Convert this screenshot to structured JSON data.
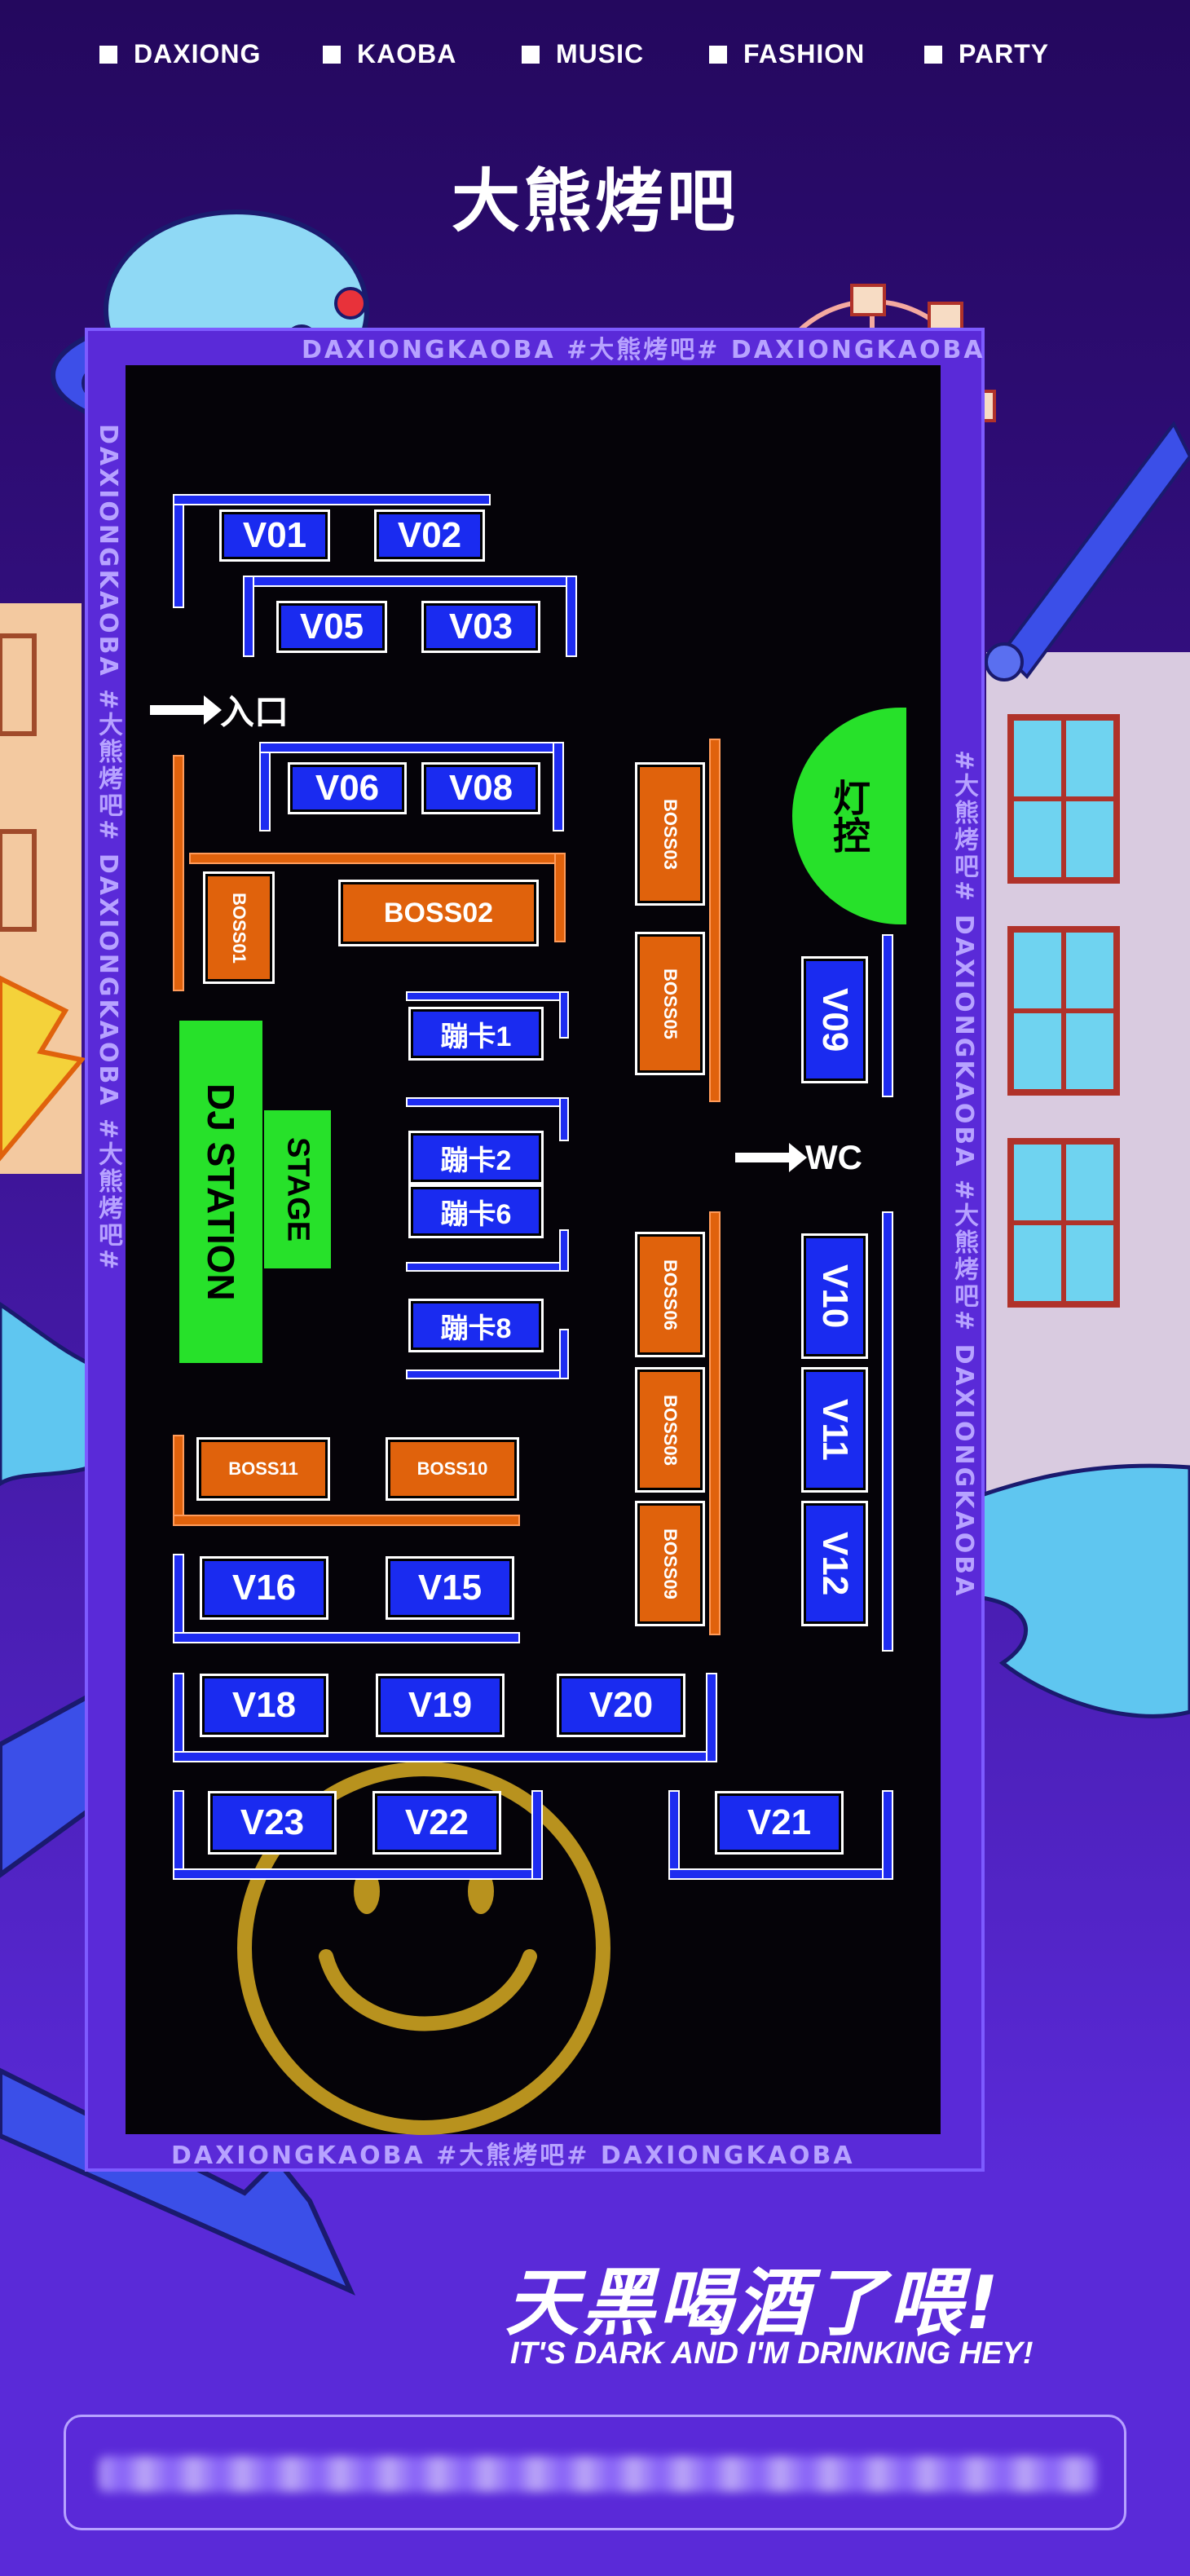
{
  "nav": {
    "items": [
      "DAXIONG",
      "KAOBA",
      "MUSIC",
      "FASHION",
      "PARTY"
    ]
  },
  "title": "大熊烤吧",
  "frame": {
    "text_top": "#大熊烤吧#",
    "text_en": "DAXIONGKAOBA"
  },
  "map": {
    "entrance_label": "入口",
    "wc_label": "WC",
    "lighting_label": "灯控",
    "dj_label": "DJ STATION",
    "stage_label": "STAGE",
    "v_booths": [
      "V01",
      "V02",
      "V05",
      "V03",
      "V06",
      "V08",
      "V09",
      "V10",
      "V11",
      "V12",
      "V16",
      "V15",
      "V18",
      "V19",
      "V20",
      "V23",
      "V22",
      "V21"
    ],
    "boss_booths": [
      "BOSS01",
      "BOSS02",
      "BOSS03",
      "BOSS05",
      "BOSS06",
      "BOSS08",
      "BOSS09",
      "BOSS10",
      "BOSS11"
    ],
    "dance_booths": [
      "蹦卡1",
      "蹦卡2",
      "蹦卡6",
      "蹦卡8"
    ]
  },
  "slogan": {
    "cn": "天黑喝酒了喂!",
    "en": "IT'S DARK AND I'M DRINKING HEY!"
  },
  "colors": {
    "background": "#24085e",
    "frame": "#5a2ad8",
    "booth_blue": "#1a2bf0",
    "booth_orange": "#e0620c",
    "stage_green": "#27e12a"
  }
}
